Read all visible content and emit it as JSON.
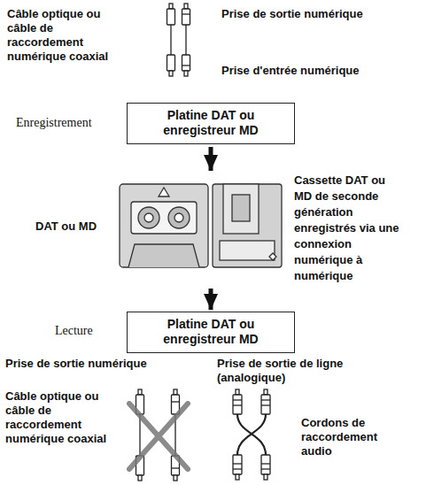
{
  "diagram": {
    "nodes": [
      {
        "text": [
          "Platine DAT ou enregistreur MD"
        ]
      },
      {
        "text": [
          "DAT ou MD",
          "Cassette DAT ou MD de seconde génération enregistrés via une connexion numérique à numérique"
        ]
      },
      {
        "text": [
          "Platine DAT ou enregistreur MD"
        ]
      }
    ],
    "edges": [
      {
        "from": 0,
        "to": 1,
        "arrow": "to"
      },
      {
        "from": 1,
        "to": 2,
        "arrow": "to"
      }
    ],
    "labels": [
      "Câble optique ou câble de raccordement numérique coaxial",
      "Prise de sortie numérique",
      "Prise d'entrée numérique",
      "Enregistrement",
      "Lecture",
      "Prise de sortie numérique",
      "Prise de sortie de ligne (analogique)",
      "Câble optique ou câble de raccordement numérique coaxial",
      "Cordons de raccordement audio"
    ]
  }
}
